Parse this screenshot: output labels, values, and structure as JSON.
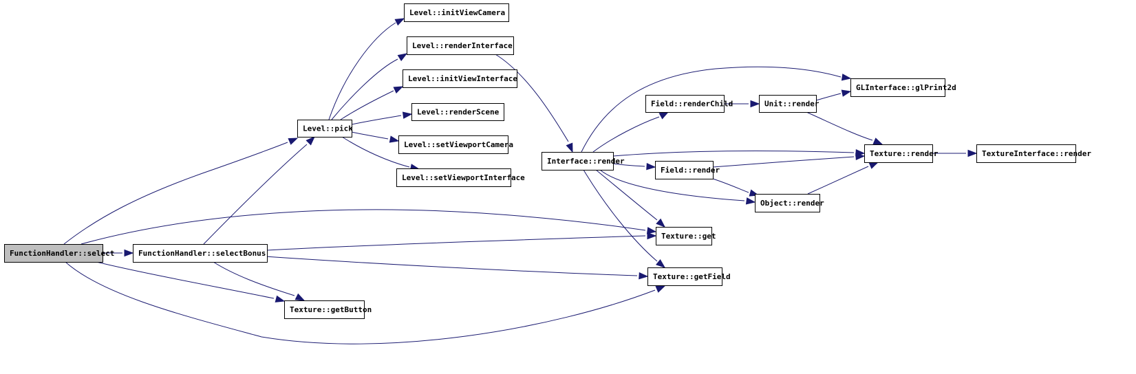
{
  "graph": {
    "nodes": [
      {
        "id": "fh_select",
        "label": "FunctionHandler::select",
        "root": true
      },
      {
        "id": "fh_selectBonus",
        "label": "FunctionHandler::selectBonus"
      },
      {
        "id": "level_pick",
        "label": "Level::pick"
      },
      {
        "id": "level_initViewCamera",
        "label": "Level::initViewCamera"
      },
      {
        "id": "level_renderInterface",
        "label": "Level::renderInterface"
      },
      {
        "id": "level_initViewInterface",
        "label": "Level::initViewInterface"
      },
      {
        "id": "level_renderScene",
        "label": "Level::renderScene"
      },
      {
        "id": "level_setViewportCamera",
        "label": "Level::setViewportCamera"
      },
      {
        "id": "level_setViewportInterface",
        "label": "Level::setViewportInterface"
      },
      {
        "id": "interface_render",
        "label": "Interface::render"
      },
      {
        "id": "field_renderChild",
        "label": "Field::renderChild"
      },
      {
        "id": "unit_render",
        "label": "Unit::render"
      },
      {
        "id": "glinterface_glPrint2d",
        "label": "GLInterface::glPrint2d"
      },
      {
        "id": "texture_render",
        "label": "Texture::render"
      },
      {
        "id": "textureinterface_render",
        "label": "TextureInterface::render"
      },
      {
        "id": "field_render",
        "label": "Field::render"
      },
      {
        "id": "object_render",
        "label": "Object::render"
      },
      {
        "id": "texture_get",
        "label": "Texture::get"
      },
      {
        "id": "texture_getField",
        "label": "Texture::getField"
      },
      {
        "id": "texture_getButton",
        "label": "Texture::getButton"
      }
    ],
    "edges": [
      {
        "from": "fh_select",
        "to": "level_pick"
      },
      {
        "from": "fh_select",
        "to": "texture_get"
      },
      {
        "from": "fh_select",
        "to": "fh_selectBonus"
      },
      {
        "from": "fh_select",
        "to": "texture_getButton"
      },
      {
        "from": "fh_select",
        "to": "texture_getField"
      },
      {
        "from": "fh_selectBonus",
        "to": "level_pick"
      },
      {
        "from": "fh_selectBonus",
        "to": "texture_get"
      },
      {
        "from": "fh_selectBonus",
        "to": "texture_getField"
      },
      {
        "from": "fh_selectBonus",
        "to": "texture_getButton"
      },
      {
        "from": "level_pick",
        "to": "level_initViewCamera"
      },
      {
        "from": "level_pick",
        "to": "level_renderInterface"
      },
      {
        "from": "level_pick",
        "to": "level_initViewInterface"
      },
      {
        "from": "level_pick",
        "to": "level_renderScene"
      },
      {
        "from": "level_pick",
        "to": "level_setViewportCamera"
      },
      {
        "from": "level_pick",
        "to": "level_setViewportInterface"
      },
      {
        "from": "level_renderInterface",
        "to": "interface_render"
      },
      {
        "from": "interface_render",
        "to": "glinterface_glPrint2d"
      },
      {
        "from": "interface_render",
        "to": "field_renderChild"
      },
      {
        "from": "interface_render",
        "to": "texture_render"
      },
      {
        "from": "interface_render",
        "to": "field_render"
      },
      {
        "from": "interface_render",
        "to": "object_render"
      },
      {
        "from": "interface_render",
        "to": "texture_get"
      },
      {
        "from": "interface_render",
        "to": "texture_getField"
      },
      {
        "from": "field_renderChild",
        "to": "unit_render"
      },
      {
        "from": "unit_render",
        "to": "glinterface_glPrint2d"
      },
      {
        "from": "unit_render",
        "to": "texture_render"
      },
      {
        "from": "field_render",
        "to": "texture_render"
      },
      {
        "from": "field_render",
        "to": "object_render"
      },
      {
        "from": "object_render",
        "to": "texture_render"
      },
      {
        "from": "texture_render",
        "to": "textureinterface_render"
      }
    ],
    "colors": {
      "edge": "#191970",
      "root_fill": "#bfbfbf",
      "node_fill": "#ffffff",
      "border": "#000000"
    }
  }
}
